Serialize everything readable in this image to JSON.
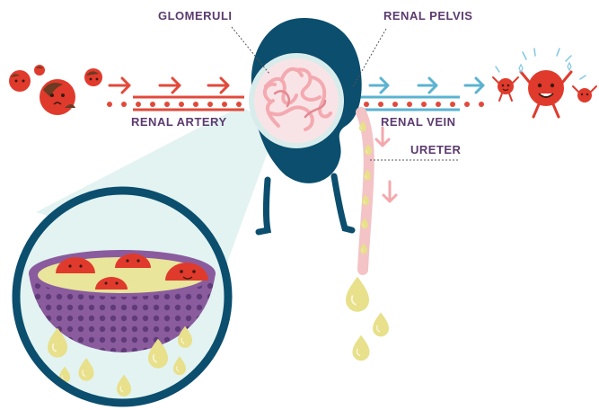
{
  "labels": {
    "glomeruli": "GLOMERULI",
    "renal_pelvis": "RENAL PELVIS",
    "renal_artery": "RENAL ARTERY",
    "renal_vein": "RENAL VEIN",
    "ureter": "URETER"
  },
  "colors": {
    "kidney": "#0b4e6e",
    "artery": "#e14a3b",
    "vein": "#5bb3d1",
    "label_text": "#5b3a6f",
    "blood_cell": "#e03a2c",
    "waste_droplet": "#e8e08a",
    "ureter": "#f3c3c6",
    "bowl": "#8a5c9e",
    "zoom_background": "#e2f3f1"
  },
  "icons": {
    "dirty_cells": "dirty-blood-cell-icon",
    "clean_cells": "happy-blood-cell-icon",
    "flow_arrows": "arrow-right-icon",
    "filtered_waste": "waste-droplet-icon",
    "filter_bowl": "sieve-bowl-icon"
  }
}
